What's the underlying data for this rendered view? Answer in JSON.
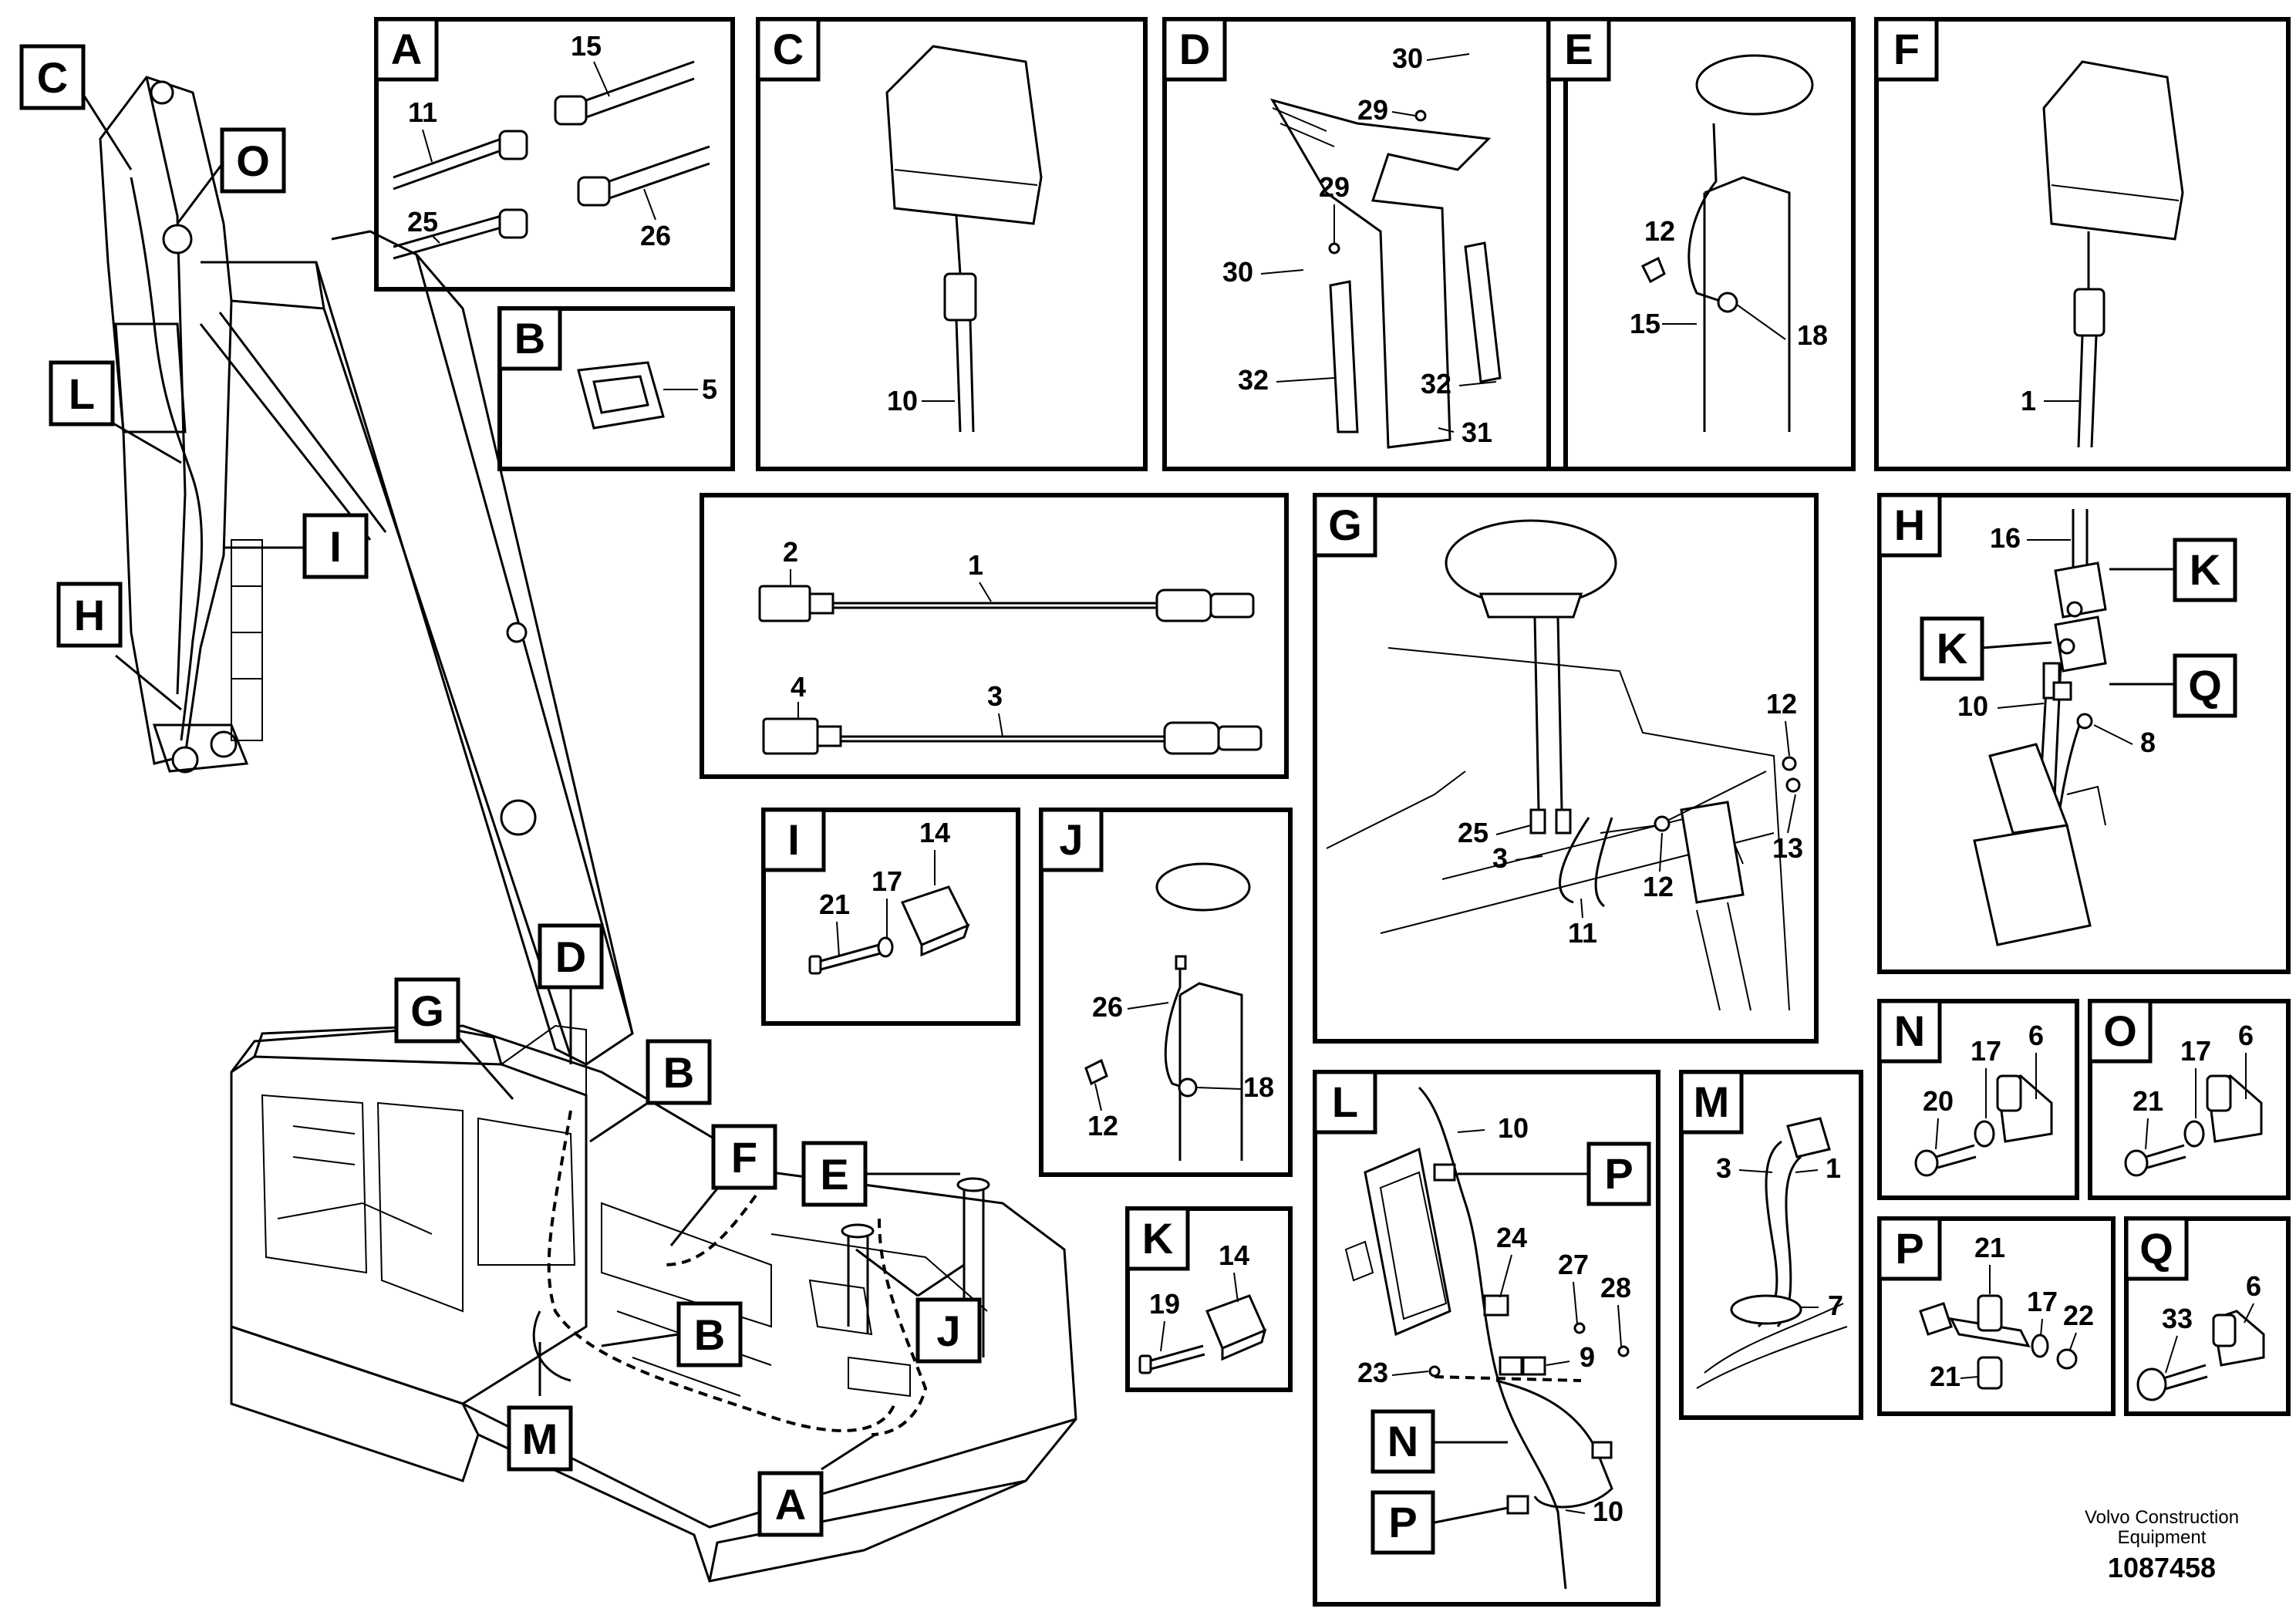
{
  "callouts": {
    "main": [
      "C",
      "O",
      "L",
      "I",
      "H",
      "D",
      "G",
      "B",
      "F",
      "E",
      "B",
      "J",
      "M",
      "A"
    ],
    "panels": [
      "A",
      "B",
      "C",
      "D",
      "E",
      "F",
      "G",
      "H",
      "I",
      "J",
      "K",
      "L",
      "M",
      "N",
      "O",
      "P",
      "Q"
    ],
    "inner": [
      "K",
      "K",
      "Q",
      "P",
      "N",
      "P"
    ]
  },
  "panel_a": {
    "labels": [
      "15",
      "11",
      "25",
      "26"
    ]
  },
  "panel_b": {
    "labels": [
      "5"
    ]
  },
  "panel_c": {
    "labels": [
      "10"
    ]
  },
  "panel_d": {
    "labels": [
      "30",
      "29",
      "29",
      "30",
      "32",
      "32",
      "31"
    ]
  },
  "panel_e": {
    "labels": [
      "12",
      "15",
      "18"
    ]
  },
  "panel_f": {
    "labels": [
      "1"
    ]
  },
  "panel_cables": {
    "labels": [
      "2",
      "1",
      "4",
      "3"
    ]
  },
  "panel_g": {
    "labels": [
      "12",
      "25",
      "3",
      "13",
      "12",
      "11"
    ]
  },
  "panel_h": {
    "labels": [
      "16",
      "10",
      "8"
    ]
  },
  "panel_i": {
    "labels": [
      "14",
      "21",
      "17"
    ]
  },
  "panel_j": {
    "labels": [
      "26",
      "12",
      "18"
    ]
  },
  "panel_k": {
    "labels": [
      "14",
      "19"
    ]
  },
  "panel_l": {
    "labels": [
      "10",
      "24",
      "27",
      "28",
      "23",
      "9",
      "10"
    ]
  },
  "panel_m": {
    "labels": [
      "3",
      "1",
      "7"
    ]
  },
  "panel_n": {
    "labels": [
      "17",
      "6",
      "20"
    ]
  },
  "panel_p": {
    "labels": [
      "17",
      "6",
      "21"
    ]
  },
  "panel_o": {
    "labels": [
      "21",
      "17",
      "22",
      "21"
    ]
  },
  "panel_q": {
    "labels": [
      "33",
      "6"
    ]
  },
  "footer": {
    "company": "Volvo Construction",
    "company_line2": "Equipment",
    "doc_number": "1087458"
  }
}
